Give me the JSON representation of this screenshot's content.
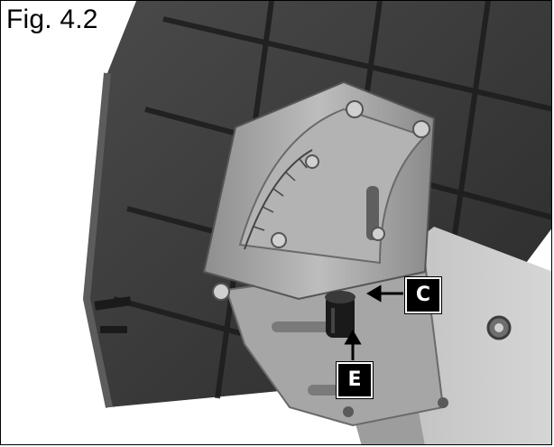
{
  "figure": {
    "label": "Fig. 4.2"
  },
  "callouts": {
    "c": "C",
    "e": "E"
  },
  "colors": {
    "background": "#ffffff",
    "border": "#000000",
    "callout_fill": "#000000",
    "callout_text": "#ffffff",
    "table_dark": "#3a3a3a",
    "casting_gray": "#a9a9a9"
  }
}
